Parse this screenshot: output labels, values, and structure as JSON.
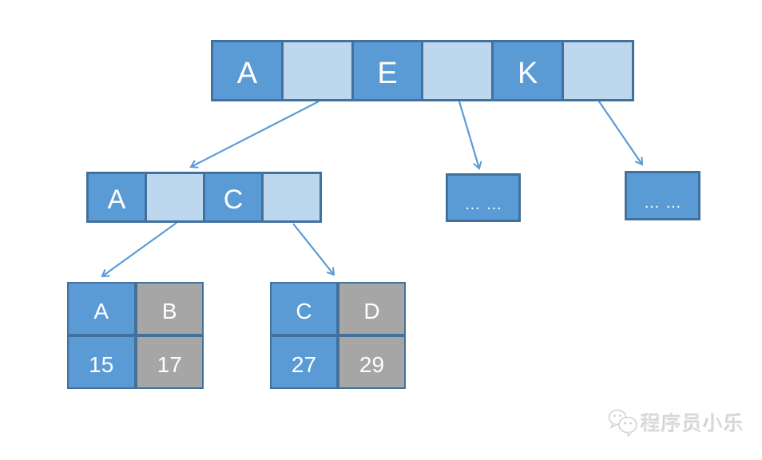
{
  "colors": {
    "cell_dark_blue": "#5B9BD5",
    "cell_light_blue": "#BDD7EE",
    "cell_gray": "#A6A6A6",
    "cell_border": "#41719C",
    "arrow": "#5B9BD5",
    "cell_text": "#ffffff",
    "watermark_text_color": "#dcdcdc"
  },
  "root_node": {
    "cells": [
      {
        "label": "A",
        "variant": "dark"
      },
      {
        "label": "",
        "variant": "light"
      },
      {
        "label": "E",
        "variant": "dark"
      },
      {
        "label": "",
        "variant": "light"
      },
      {
        "label": "K",
        "variant": "dark"
      },
      {
        "label": "",
        "variant": "light"
      }
    ]
  },
  "mid_node": {
    "cells": [
      {
        "label": "A",
        "variant": "dark"
      },
      {
        "label": "",
        "variant": "light"
      },
      {
        "label": "C",
        "variant": "dark"
      },
      {
        "label": "",
        "variant": "light"
      }
    ]
  },
  "ellipsis_nodes": [
    {
      "label": "……"
    },
    {
      "label": "……"
    }
  ],
  "leaf_nodes": [
    {
      "cells": [
        {
          "label": "A",
          "variant": "dark"
        },
        {
          "label": "B",
          "variant": "gray"
        },
        {
          "label": "15",
          "variant": "dark"
        },
        {
          "label": "17",
          "variant": "gray"
        }
      ]
    },
    {
      "cells": [
        {
          "label": "C",
          "variant": "dark"
        },
        {
          "label": "D",
          "variant": "gray"
        },
        {
          "label": "27",
          "variant": "dark"
        },
        {
          "label": "29",
          "variant": "gray"
        }
      ]
    }
  ],
  "watermark": {
    "text": "程序员小乐",
    "icon": "wechat-icon"
  }
}
